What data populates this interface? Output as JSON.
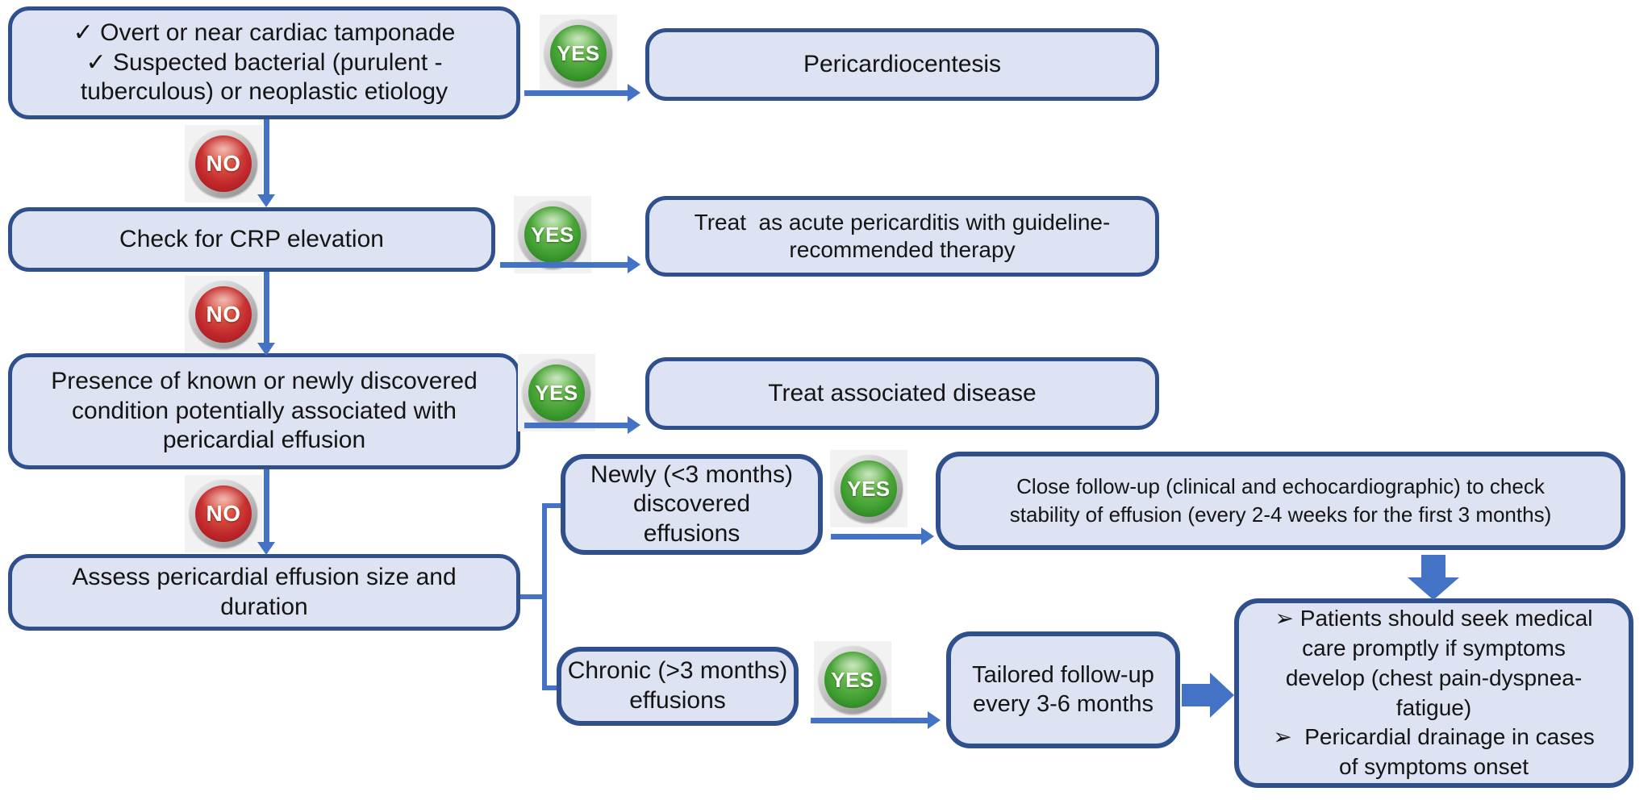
{
  "labels": {
    "yes": "YES",
    "no": "NO"
  },
  "colors": {
    "box_fill": "#dde3f2",
    "box_border": "#2f4f8d",
    "arrow_blue": "#4472c4",
    "yes_green": "#3e9d2f",
    "no_red": "#c1272d"
  },
  "nodes": {
    "tamponade": {
      "text": "✓ Overt or near cardiac tamponade\n✓ Suspected bacterial (purulent -\ntuberculous) or neoplastic etiology"
    },
    "crp": {
      "text": "Check for CRP elevation"
    },
    "condition": {
      "text": "Presence of known or newly discovered\ncondition potentially associated with\npericardial effusion"
    },
    "assess": {
      "text": "Assess pericardial effusion size and\nduration"
    },
    "pericardiocentesis": {
      "text": "Pericardiocentesis"
    },
    "acute": {
      "text": "Treat  as acute pericarditis with guideline-\nrecommended therapy"
    },
    "associated": {
      "text": "Treat associated disease"
    },
    "newly": {
      "text": "Newly (<3 months)\ndiscovered\neffusions"
    },
    "close_followup": {
      "text": "Close follow-up (clinical and echocardiographic) to check\nstability of effusion (every 2-4 weeks for the first 3 months)"
    },
    "chronic": {
      "text": "Chronic (>3 months)\neffusions"
    },
    "tailored": {
      "text": "Tailored follow-up\nevery 3-6 months"
    },
    "advice": {
      "text": "➢ Patients should seek medical\ncare promptly if symptoms\ndevelop (chest pain-dyspnea-\nfatigue)\n➢  Pericardial drainage in cases\nof symptoms onset"
    }
  }
}
